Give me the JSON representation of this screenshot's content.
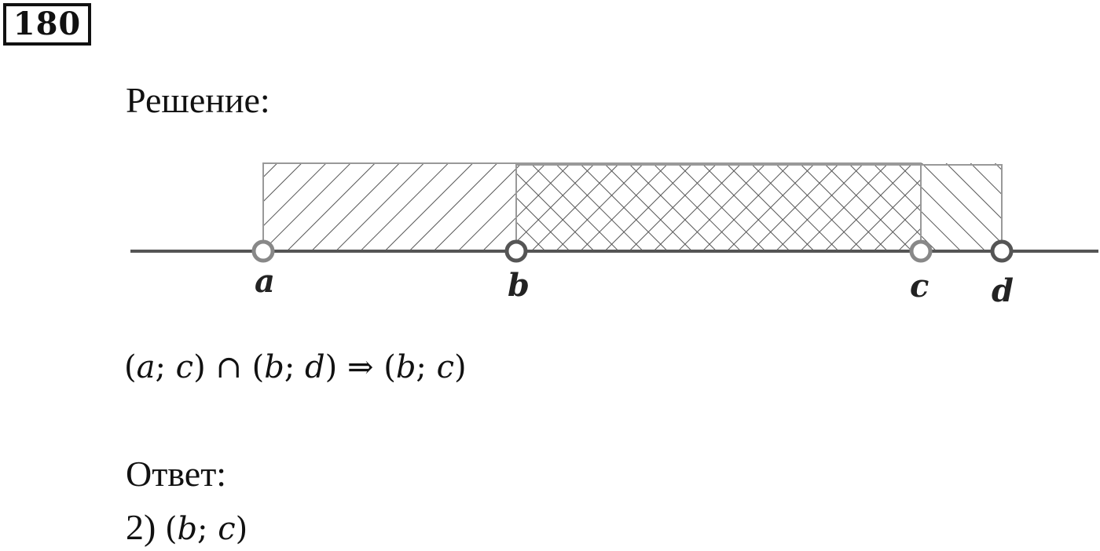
{
  "task": {
    "number": "180"
  },
  "solution": {
    "heading": "Решение:"
  },
  "number_line": {
    "points": [
      {
        "label": "a",
        "type": "open"
      },
      {
        "label": "b",
        "type": "open"
      },
      {
        "label": "c",
        "type": "open"
      },
      {
        "label": "d",
        "type": "open"
      }
    ],
    "intervals": [
      {
        "from": "a",
        "to": "c",
        "hatch": "backslash"
      },
      {
        "from": "b",
        "to": "d",
        "hatch": "slash"
      }
    ]
  },
  "formula": {
    "p1": "(",
    "a": "a",
    "sep1": "; ",
    "c1": "c",
    "p2": ") ∩ (",
    "b1": "b",
    "sep2": "; ",
    "d": "d",
    "p3": ") ⇒ (",
    "b2": "b",
    "sep3": "; ",
    "c2": "c",
    "p4": ")"
  },
  "answer": {
    "label": "Ответ:",
    "option": "2) ",
    "open": "(",
    "b": "b",
    "sep": "; ",
    "c": "c",
    "close": ")"
  }
}
